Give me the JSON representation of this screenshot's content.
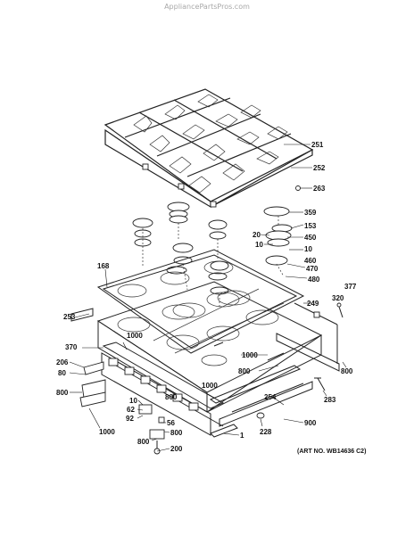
{
  "watermark": "AppliancePartsPros.com",
  "art_number": "(ART NO. WB14636 C2)",
  "callouts": [
    {
      "id": "c251",
      "text": "251"
    },
    {
      "id": "c252",
      "text": "252"
    },
    {
      "id": "c263",
      "text": "263"
    },
    {
      "id": "c359",
      "text": "359"
    },
    {
      "id": "c153",
      "text": "153"
    },
    {
      "id": "c20",
      "text": "20"
    },
    {
      "id": "c450",
      "text": "450"
    },
    {
      "id": "c10a",
      "text": "10"
    },
    {
      "id": "c10b",
      "text": "10"
    },
    {
      "id": "c460",
      "text": "460"
    },
    {
      "id": "c470",
      "text": "470"
    },
    {
      "id": "c480",
      "text": "480"
    },
    {
      "id": "c168",
      "text": "168"
    },
    {
      "id": "c377",
      "text": "377"
    },
    {
      "id": "c320",
      "text": "320"
    },
    {
      "id": "c249",
      "text": "249"
    },
    {
      "id": "c253",
      "text": "253"
    },
    {
      "id": "c1000a",
      "text": "1000"
    },
    {
      "id": "c370",
      "text": "370"
    },
    {
      "id": "c1000b",
      "text": "1000"
    },
    {
      "id": "c206",
      "text": "206"
    },
    {
      "id": "c80",
      "text": "80"
    },
    {
      "id": "c800a",
      "text": "800"
    },
    {
      "id": "c800b",
      "text": "800"
    },
    {
      "id": "c1000c",
      "text": "1000"
    },
    {
      "id": "c254",
      "text": "254"
    },
    {
      "id": "c800c",
      "text": "800"
    },
    {
      "id": "c283",
      "text": "283"
    },
    {
      "id": "c800d",
      "text": "800"
    },
    {
      "id": "c10c",
      "text": "10"
    },
    {
      "id": "c62",
      "text": "62"
    },
    {
      "id": "c92",
      "text": "92"
    },
    {
      "id": "c56",
      "text": "56"
    },
    {
      "id": "c900",
      "text": "900"
    },
    {
      "id": "c228",
      "text": "228"
    },
    {
      "id": "c1000d",
      "text": "1000"
    },
    {
      "id": "c800e",
      "text": "800"
    },
    {
      "id": "c1",
      "text": "1"
    },
    {
      "id": "c800f",
      "text": "800"
    },
    {
      "id": "c200",
      "text": "200"
    }
  ]
}
